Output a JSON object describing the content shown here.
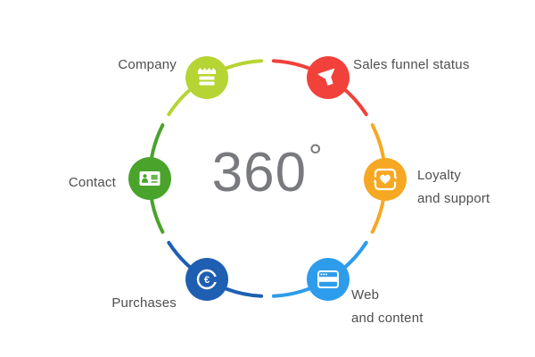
{
  "title": "360-degree customer view diagram",
  "center": {
    "value": "360",
    "degree": "°"
  },
  "colors": {
    "background": "#ffffff",
    "center_text": "#797a7d",
    "label_text": "#4e4e50",
    "icon": "#ffffff"
  },
  "nodes": [
    {
      "id": "company",
      "label_lines": [
        "Company"
      ],
      "color": "#b6d433",
      "icon": "company-building-icon"
    },
    {
      "id": "sales",
      "label_lines": [
        "Sales funnel status"
      ],
      "color": "#f1413a",
      "icon": "funnel-icon"
    },
    {
      "id": "loyalty",
      "label_lines": [
        "Loyalty",
        "and support"
      ],
      "color": "#f6a823",
      "icon": "heart-loop-icon"
    },
    {
      "id": "web",
      "label_lines": [
        "Web",
        "and content"
      ],
      "color": "#2d9ceb",
      "icon": "browser-window-icon"
    },
    {
      "id": "purchases",
      "label_lines": [
        "Purchases"
      ],
      "color": "#1f5fb2",
      "icon": "euro-coin-icon"
    },
    {
      "id": "contact",
      "label_lines": [
        "Contact"
      ],
      "color": "#4aa32b",
      "icon": "id-card-icon"
    }
  ]
}
